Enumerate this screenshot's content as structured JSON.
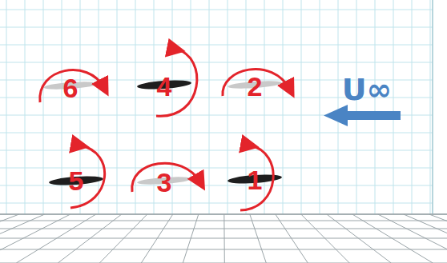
{
  "diagram": {
    "labels": [
      "6",
      "4",
      "2",
      "5",
      "3",
      "1",
      "U∞"
    ]
  }
}
